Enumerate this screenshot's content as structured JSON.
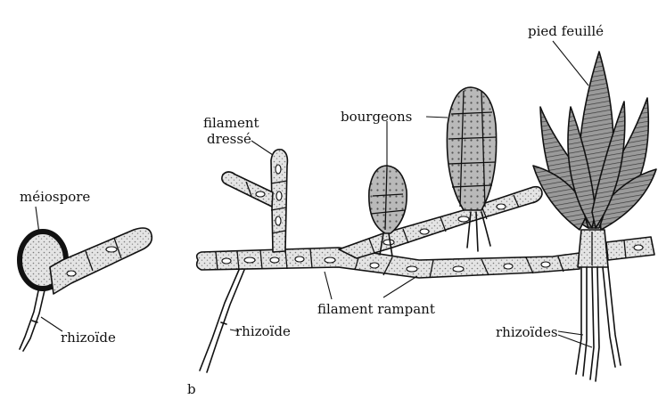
{
  "labels": {
    "meiospore": "méiospore",
    "rhizoide_left": "rhizoïde",
    "filament_dresse_1": "filament",
    "filament_dresse_2": "dressé",
    "bourgeons": "bourgeons",
    "pied_feuille": "pied feuillé",
    "rhizoide_mid": "rhizoïde",
    "filament_rampant": "filament rampant",
    "rhizoides": "rhizoïdes",
    "panel_letter": "b"
  }
}
